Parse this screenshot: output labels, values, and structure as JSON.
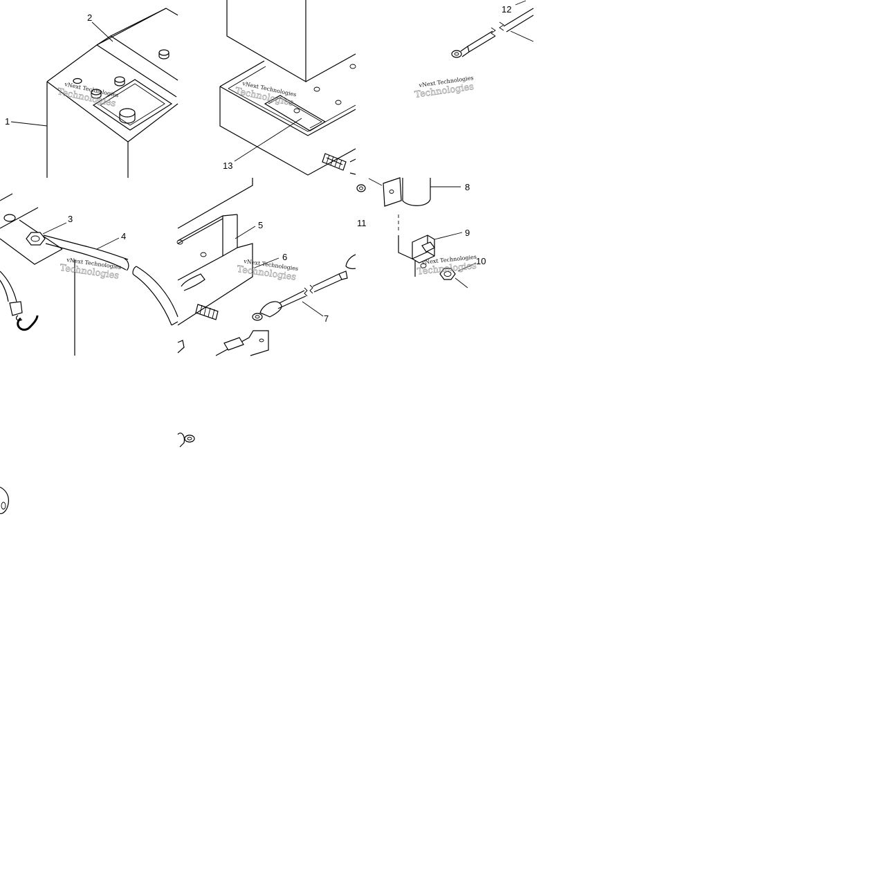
{
  "diagram": {
    "callouts": {
      "c1": "1",
      "c2": "2",
      "c3": "3",
      "c4": "4",
      "c5": "5",
      "c6": "6",
      "c7": "7",
      "c8": "8",
      "c9": "9",
      "c10": "10",
      "c11": "11",
      "c12": "12",
      "c13": "13"
    },
    "watermark": {
      "line1": "vNext Technologies",
      "line2": "Technologies"
    },
    "colors": {
      "line": "#000000",
      "background": "#ffffff",
      "watermark": "#999999"
    }
  }
}
